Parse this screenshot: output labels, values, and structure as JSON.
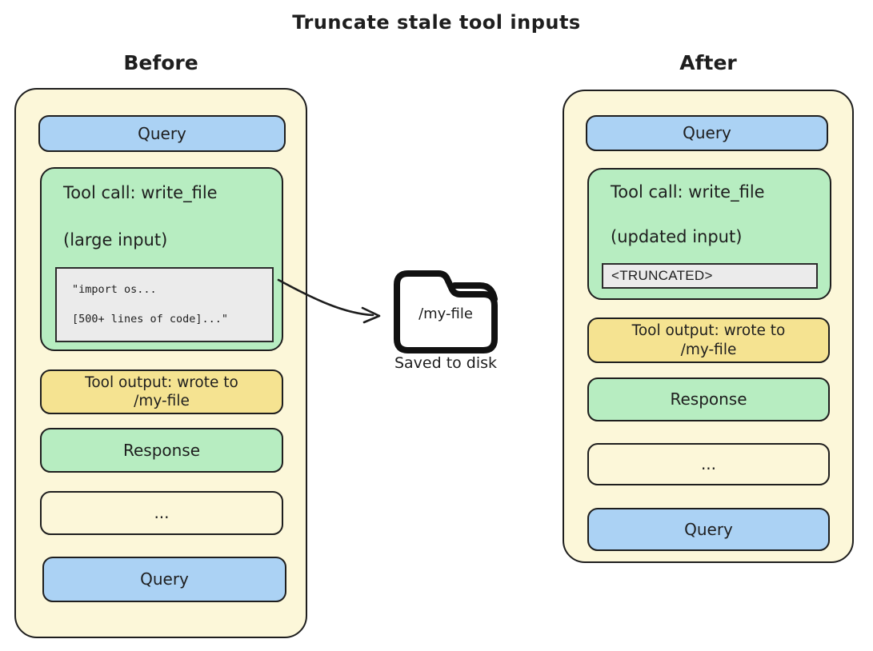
{
  "title": "Truncate stale tool inputs",
  "colors": {
    "background": "#ffffff",
    "container_fill": "#fcf7d9",
    "query_blue": "#abd2f4",
    "tool_green": "#b7edc1",
    "output_yellow": "#f5e391",
    "code_gray": "#ebebeb",
    "ink": "#1e1e1e"
  },
  "before": {
    "label": "Before",
    "boxes": {
      "query_top": "Query",
      "tool_call_line1": "Tool call: write_file",
      "tool_call_line2": "(large input)",
      "code_line1": "\"import os...",
      "code_line2": "[500+ lines of code]...\"",
      "tool_output_line1": "Tool output: wrote to",
      "tool_output_line2": "/my-file",
      "response": "Response",
      "ellipsis": "...",
      "query_bottom": "Query"
    }
  },
  "middle": {
    "arrow": "curved-arrow",
    "folder_label": "/my-file",
    "caption": "Saved to disk"
  },
  "after": {
    "label": "After",
    "boxes": {
      "query_top": "Query",
      "tool_call_line1": "Tool call: write_file",
      "tool_call_line2": "(updated input)",
      "truncated": "<TRUNCATED>",
      "tool_output_line1": "Tool output: wrote to",
      "tool_output_line2": "/my-file",
      "response": "Response",
      "ellipsis": "...",
      "query_bottom": "Query"
    }
  }
}
